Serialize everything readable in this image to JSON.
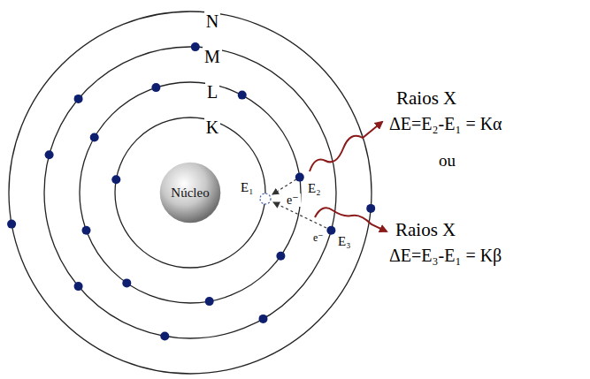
{
  "diagram": {
    "nodes": [
      {
        "text": [
          "Núcleo"
        ]
      }
    ],
    "labels": [
      "N",
      "M",
      "L",
      "K",
      "E₂",
      "E₁",
      "E₃",
      "e⁻",
      "e⁻",
      "Raios X",
      "ΔE=E₂-E₁ = Kα",
      "ou",
      "Raios X",
      "ΔE=E₃-E₁ = Kβ"
    ]
  }
}
